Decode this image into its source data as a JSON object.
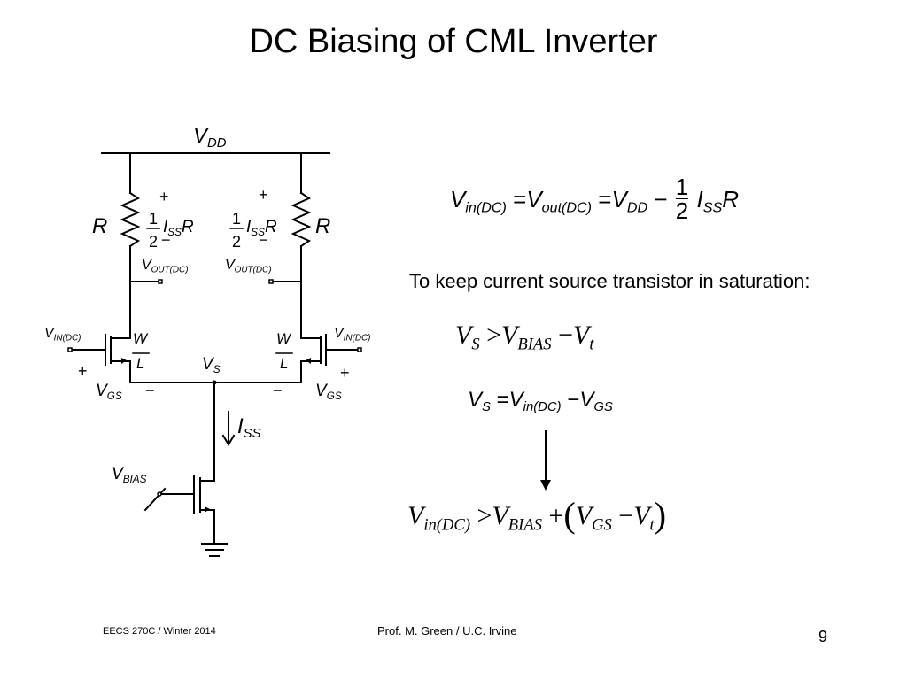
{
  "slide": {
    "title": "DC Biasing of CML Inverter",
    "page_number": "9"
  },
  "footer": {
    "course": "EECS 270C / Winter 2014",
    "author": "Prof. M. Green / U.C. Irvine"
  },
  "circuit": {
    "vdd_label": "V",
    "vdd_sub": "DD",
    "r_label": "R",
    "plus": "+",
    "minus": "−",
    "one": "1",
    "two": "2",
    "iss_i": "I",
    "iss_sub": "SS",
    "iss_r": "R",
    "vout_v": "V",
    "vout_sub": "OUT(DC)",
    "vin_v": "V",
    "vin_sub": "IN(DC)",
    "w": "W",
    "l": "L",
    "vs_v": "V",
    "vs_sub": "S",
    "vgs_v": "V",
    "vgs_sub": "GS",
    "iss_label_i": "I",
    "iss_label_sub": "SS",
    "vbias_v": "V",
    "vbias_sub": "BIAS"
  },
  "equations": {
    "eq1": {
      "v1": "V",
      "v1_sub": "in(DC)",
      "eq_a": "=",
      "v2": "V",
      "v2_sub": "out(DC)",
      "eq_b": "=",
      "v3": "V",
      "v3_sub": "DD",
      "minus": "−",
      "num": "1",
      "den": "2",
      "i": "I",
      "i_sub": "SS",
      "r": "R"
    },
    "statement": "To keep current source transistor in saturation:",
    "eq2": {
      "v1": "V",
      "v1_sub": "S",
      "gt": ">",
      "v2": "V",
      "v2_sub": "BIAS",
      "minus": "−",
      "v3": "V",
      "v3_sub": "t"
    },
    "eq3": {
      "v1": "V",
      "v1_sub": "S",
      "eq": "=",
      "v2": "V",
      "v2_sub": "in(DC)",
      "minus": "−",
      "v3": "V",
      "v3_sub": "GS"
    },
    "eq4": {
      "v1": "V",
      "v1_sub": "in(DC)",
      "gt": ">",
      "v2": "V",
      "v2_sub": "BIAS",
      "plus": "+",
      "lp": "(",
      "v3": "V",
      "v3_sub": "GS",
      "minus": "−",
      "v4": "V",
      "v4_sub": "t",
      "rp": ")"
    }
  }
}
